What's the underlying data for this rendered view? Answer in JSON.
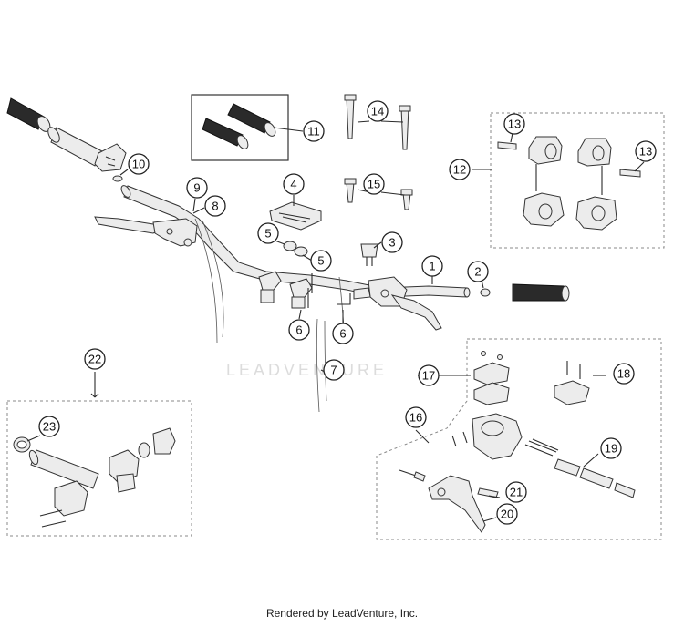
{
  "watermark": "LEADVENTURE",
  "footer": "Rendered by LeadVenture, Inc.",
  "callouts": [
    "1",
    "2",
    "3",
    "4",
    "5",
    "5",
    "6",
    "6",
    "7",
    "8",
    "9",
    "10",
    "11",
    "12",
    "13",
    "13",
    "14",
    "15",
    "16",
    "17",
    "18",
    "19",
    "20",
    "21",
    "22",
    "23"
  ]
}
